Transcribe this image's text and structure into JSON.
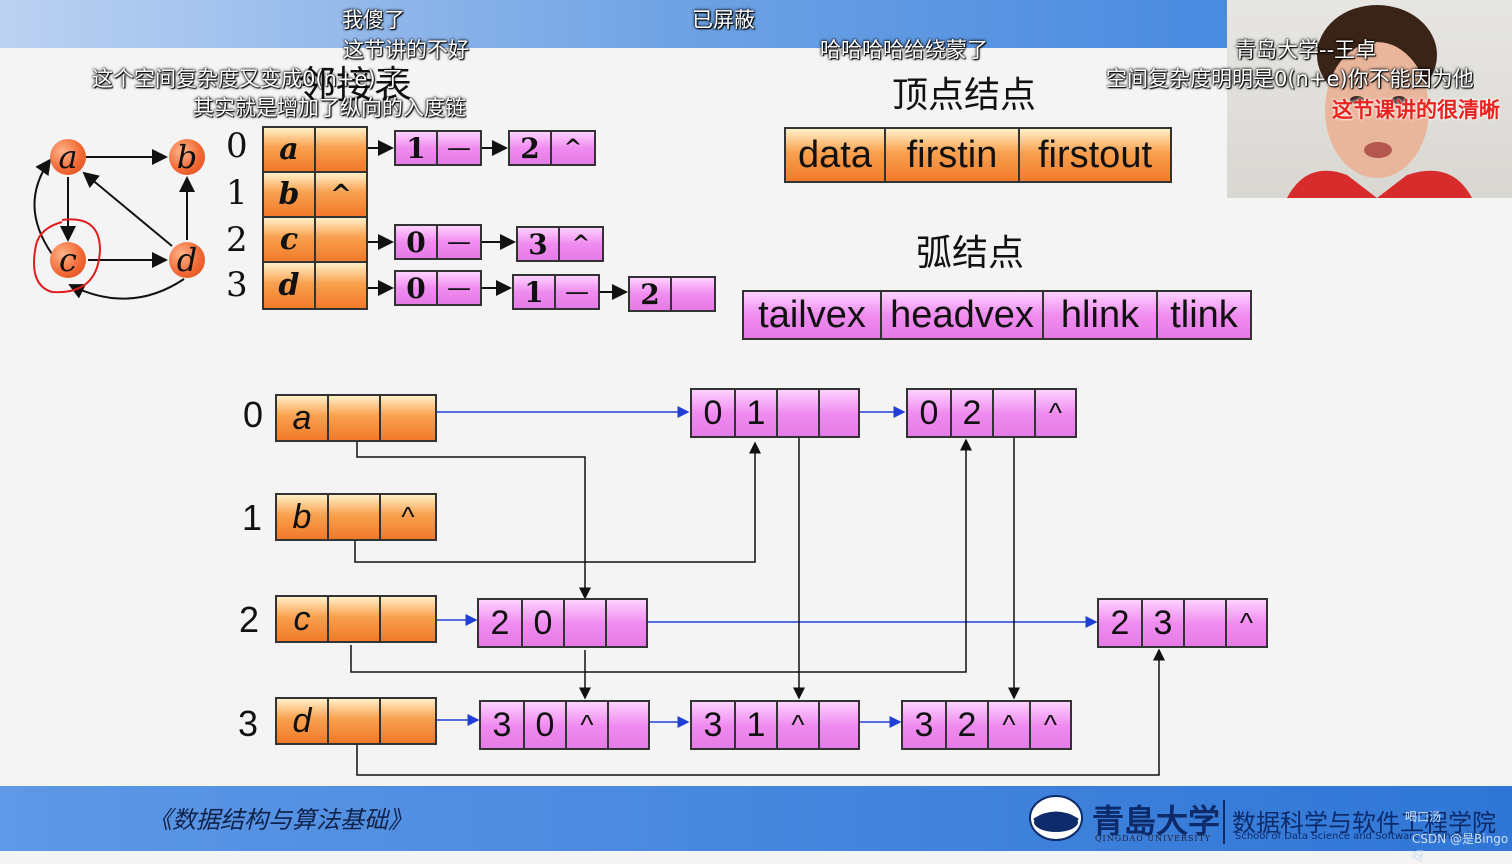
{
  "slide": {
    "title": "邻接表",
    "vertex_node_heading": "顶点结点",
    "vertex_node_fields": [
      "data",
      "firstin",
      "firstout"
    ],
    "arc_node_heading": "弧结点",
    "arc_node_fields": [
      "tailvex",
      "headvex",
      "hlink",
      "tlink"
    ]
  },
  "graph": {
    "vertices": [
      "a",
      "b",
      "c",
      "d"
    ]
  },
  "adjacency_list": {
    "indices": [
      "0",
      "1",
      "2",
      "3"
    ],
    "vertices": [
      "a",
      "b",
      "c",
      "d"
    ],
    "null_symbol": "^",
    "lists": [
      [
        "1",
        "2"
      ],
      [],
      [
        "0",
        "3"
      ],
      [
        "0",
        "1",
        "2"
      ]
    ]
  },
  "cross_list": {
    "indices": [
      "0",
      "1",
      "2",
      "3"
    ],
    "vertices": [
      "a",
      "b",
      "c",
      "d"
    ],
    "null_symbol": "^",
    "arcs": [
      {
        "tail": "0",
        "head": "1",
        "hlink": "",
        "tlink": ""
      },
      {
        "tail": "0",
        "head": "2",
        "hlink": "",
        "tlink": "^"
      },
      {
        "tail": "2",
        "head": "0",
        "hlink": "",
        "tlink": ""
      },
      {
        "tail": "2",
        "head": "3",
        "hlink": "",
        "tlink": "^"
      },
      {
        "tail": "3",
        "head": "0",
        "hlink": "^",
        "tlink": ""
      },
      {
        "tail": "3",
        "head": "1",
        "hlink": "^",
        "tlink": ""
      },
      {
        "tail": "3",
        "head": "2",
        "hlink": "^",
        "tlink": "^"
      }
    ]
  },
  "danmaku": [
    "我傻了",
    "已屏蔽",
    "这节讲的不好",
    "哈哈哈哈给绕蒙了",
    "青岛大学--王卓",
    "这个空间复杂度又变成0(n+e) 了",
    "空间复杂度明明是0(n+e)你不能因为他",
    "其实就是增加了纵向的入度链",
    "这节课讲的很清晰"
  ],
  "footer": {
    "book_title": "《数据结构与算法基础》",
    "university_cn": "青島大学",
    "university_en": "QINGDAO UNIVERSITY",
    "college_cn": "数据科学与软件工程学院",
    "college_en": "School of Data Science and Software Engineering",
    "watermark_1": "喝口汤",
    "watermark_2": "CSDN @是Bingo呀"
  },
  "colors": {
    "vertex_node": "#f49a4a",
    "arc_node": "#ee86ee",
    "arrow_blue": "#1f3fd6",
    "top_bar": "#4a8be0",
    "bottom_bar": "#2f76d6"
  }
}
